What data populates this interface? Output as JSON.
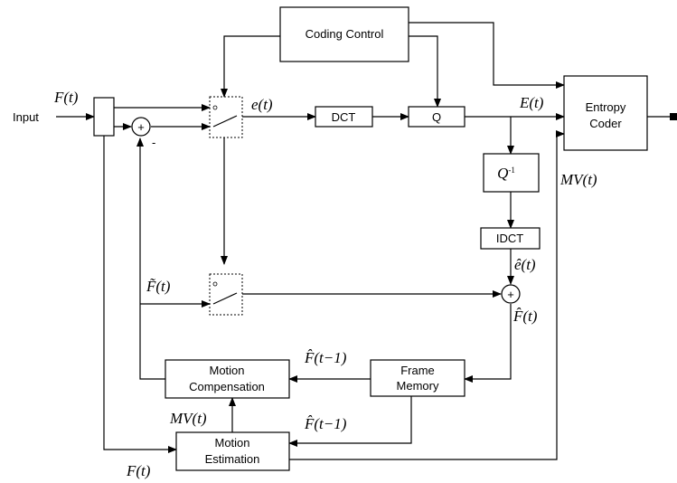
{
  "blocks": {
    "coding_control": "Coding Control",
    "dct": "DCT",
    "q": "Q",
    "inverse_q": "Q",
    "inverse_q_sup": "-1",
    "idct": "IDCT",
    "entropy_coder": [
      "Entropy",
      "Coder"
    ],
    "frame_memory": [
      "Frame",
      "Memory"
    ],
    "motion_compensation": [
      "Motion",
      "Compensation"
    ],
    "motion_estimation": [
      "Motion",
      "Estimation"
    ]
  },
  "labels": {
    "input": "Input",
    "F_t": "F(t)",
    "e_t": "e(t)",
    "E_t": "E(t)",
    "MV_t": "MV(t)",
    "e_hat_t": "ê(t)",
    "F_tilde_t": "F̃(t)",
    "F_hat_t": "F̂(t)",
    "F_hat_t_minus_1": "F̂(t−1)",
    "minus_sign": "-",
    "plus_sign": "+"
  }
}
